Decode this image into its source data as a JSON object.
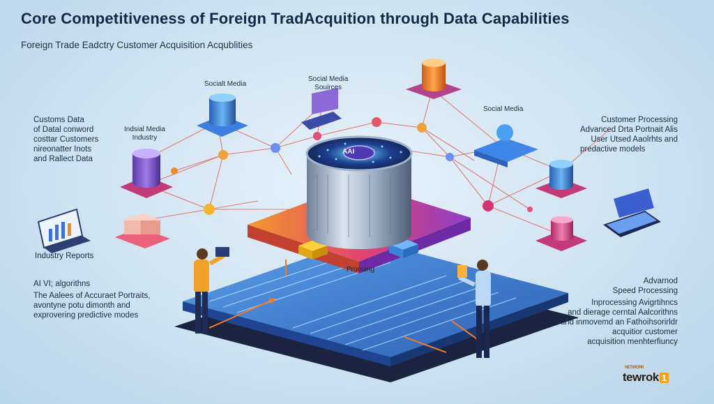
{
  "header": {
    "title": "Core Competitiveness of Foreign TradAcquition through Data Capabilities",
    "subtitle": "Foreign Trade Eadctry Customer Acquisition Acqublities"
  },
  "core": {
    "chip_label": "AAI",
    "platform_label": "Proeuing"
  },
  "nodes": {
    "social_media_top": "Socialt Media",
    "social_media_sources_1": "Social Media",
    "social_media_sources_2": "Souirces",
    "social_media_right": "Social Media",
    "indsial_media_1": "Indsial Media",
    "indsial_media_2": "Industry",
    "industry_reports": "Industry Reports"
  },
  "left_panel": {
    "customs": {
      "heading": "Customs Data",
      "lines": [
        "of Datal conword",
        "costtar Customers",
        "nireonatter Inots",
        "and Rallect Data"
      ]
    },
    "algorithms": {
      "heading": "AI VI; algorithns",
      "lines": [
        "The Aalees of Accuraet Portraits,",
        "avontyne potu dimonth and",
        "exprovering predictive modes"
      ]
    }
  },
  "right_panel": {
    "customer": {
      "heading": "Customer Processing",
      "lines": [
        "Advanced Drta Portnait Alis",
        "User Utsed Aaolrhts and",
        "predactive models"
      ]
    },
    "speed": {
      "pre": "Advarnod",
      "heading": "Speed Processing",
      "lines": [
        "Inprocessing Avigrtihncs",
        "and dierage cerntal Aalcorithns",
        "and inmovemd an Fathoihsorirldr",
        "acquitior customer",
        "acquisition menhterfiuncy"
      ]
    }
  },
  "logo": {
    "tiny": "NETWORK",
    "word": "tewrok",
    "tag": "1"
  },
  "colors": {
    "accent_orange": "#f28a1e",
    "accent_magenta": "#c2347f",
    "accent_blue": "#2f6fd6",
    "dark_navy": "#152846"
  }
}
